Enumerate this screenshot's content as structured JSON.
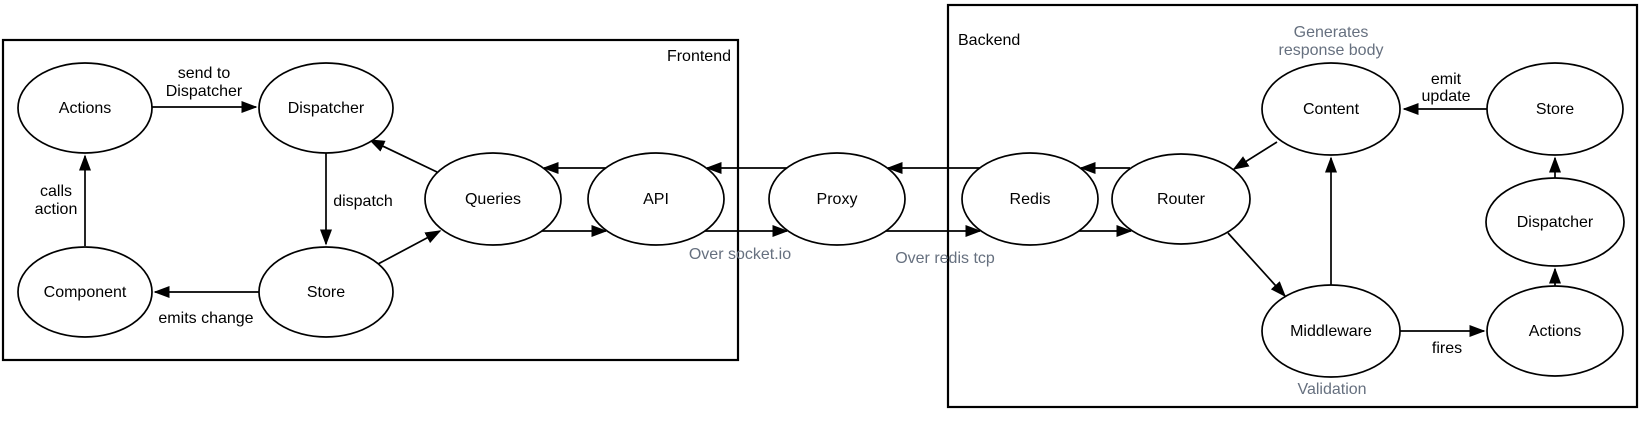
{
  "diagram": {
    "frontend": {
      "label": "Frontend",
      "nodes": {
        "actions": "Actions",
        "dispatcher": "Dispatcher",
        "component": "Component",
        "store": "Store",
        "queries": "Queries",
        "api": "API"
      },
      "edge_labels": {
        "send_to_line1": "send to",
        "send_to_line2": "Dispatcher",
        "calls_line1": "calls",
        "calls_line2": "action",
        "dispatch": "dispatch",
        "emits_change": "emits change"
      }
    },
    "middle": {
      "nodes": {
        "proxy": "Proxy"
      },
      "edge_labels": {
        "over_socket": "Over socket.io",
        "over_redis": "Over redis tcp"
      }
    },
    "backend": {
      "label": "Backend",
      "nodes": {
        "redis": "Redis",
        "router": "Router",
        "content": "Content",
        "store": "Store",
        "dispatcher": "Dispatcher",
        "actions": "Actions",
        "middleware": "Middleware"
      },
      "edge_labels": {
        "generates_line1": "Generates",
        "generates_line2": "response body",
        "emit_line1": "emit",
        "emit_line2": "update",
        "fires": "fires",
        "validation": "Validation"
      }
    },
    "colors": {
      "stroke": "#000000",
      "gray_label": "#66707f",
      "node_fill": "#ffffff",
      "background": "#ffffff"
    }
  }
}
